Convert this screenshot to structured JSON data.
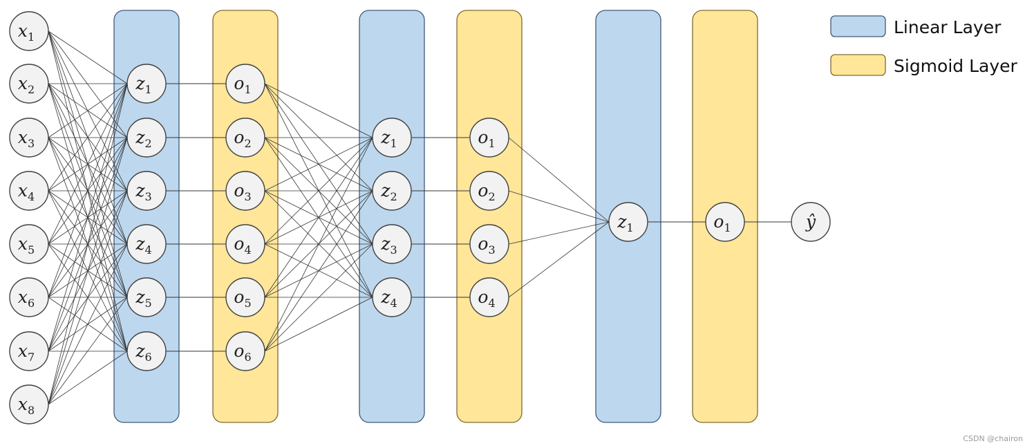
{
  "layers": [
    {
      "type": "input",
      "nodes": [
        {
          "base": "x",
          "sub": "1"
        },
        {
          "base": "x",
          "sub": "2"
        },
        {
          "base": "x",
          "sub": "3"
        },
        {
          "base": "x",
          "sub": "4"
        },
        {
          "base": "x",
          "sub": "5"
        },
        {
          "base": "x",
          "sub": "6"
        },
        {
          "base": "x",
          "sub": "7"
        },
        {
          "base": "x",
          "sub": "8"
        }
      ]
    },
    {
      "type": "linear",
      "nodes": [
        {
          "base": "z",
          "sub": "1"
        },
        {
          "base": "z",
          "sub": "2"
        },
        {
          "base": "z",
          "sub": "3"
        },
        {
          "base": "z",
          "sub": "4"
        },
        {
          "base": "z",
          "sub": "5"
        },
        {
          "base": "z",
          "sub": "6"
        }
      ]
    },
    {
      "type": "sigmoid",
      "nodes": [
        {
          "base": "o",
          "sub": "1"
        },
        {
          "base": "o",
          "sub": "2"
        },
        {
          "base": "o",
          "sub": "3"
        },
        {
          "base": "o",
          "sub": "4"
        },
        {
          "base": "o",
          "sub": "5"
        },
        {
          "base": "o",
          "sub": "6"
        }
      ]
    },
    {
      "type": "linear",
      "nodes": [
        {
          "base": "z",
          "sub": "1"
        },
        {
          "base": "z",
          "sub": "2"
        },
        {
          "base": "z",
          "sub": "3"
        },
        {
          "base": "z",
          "sub": "4"
        }
      ]
    },
    {
      "type": "sigmoid",
      "nodes": [
        {
          "base": "o",
          "sub": "1"
        },
        {
          "base": "o",
          "sub": "2"
        },
        {
          "base": "o",
          "sub": "3"
        },
        {
          "base": "o",
          "sub": "4"
        }
      ]
    },
    {
      "type": "linear",
      "nodes": [
        {
          "base": "z",
          "sub": "1"
        }
      ]
    },
    {
      "type": "sigmoid",
      "nodes": [
        {
          "base": "o",
          "sub": "1"
        }
      ]
    },
    {
      "type": "output",
      "nodes": [
        {
          "base": "ŷ",
          "sub": ""
        }
      ]
    }
  ],
  "connections": [
    {
      "from": 0,
      "to": 1,
      "kind": "full"
    },
    {
      "from": 1,
      "to": 2,
      "kind": "one-to-one"
    },
    {
      "from": 2,
      "to": 3,
      "kind": "full"
    },
    {
      "from": 3,
      "to": 4,
      "kind": "one-to-one"
    },
    {
      "from": 4,
      "to": 5,
      "kind": "full"
    },
    {
      "from": 5,
      "to": 6,
      "kind": "one-to-one"
    },
    {
      "from": 6,
      "to": 7,
      "kind": "one-to-one"
    }
  ],
  "legend": [
    {
      "label": "Linear Layer",
      "type": "linear"
    },
    {
      "label": "Sigmoid Layer",
      "type": "sigmoid"
    }
  ],
  "colors": {
    "linear_fill": "#bdd7ee",
    "linear_stroke": "#41597a",
    "sigmoid_fill": "#ffe699",
    "sigmoid_stroke": "#806a30",
    "node_fill": "#f2f2f2",
    "node_stroke": "#404040",
    "edge": "#333333"
  },
  "credit": "CSDN @chairon"
}
